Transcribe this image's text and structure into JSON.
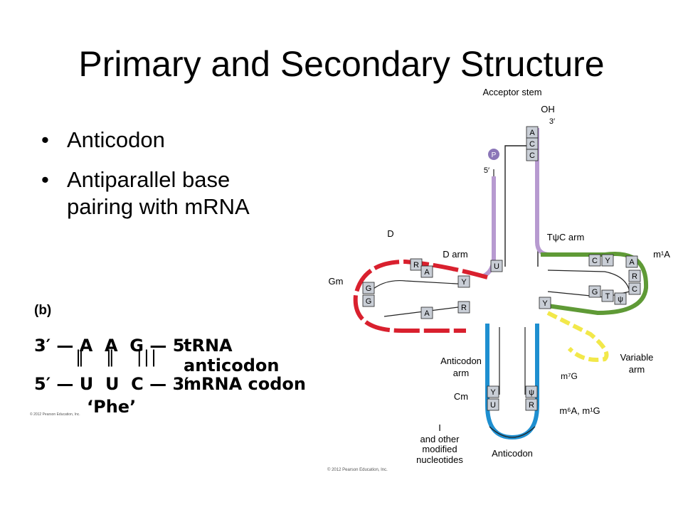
{
  "slide": {
    "title": "Primary and Secondary Structure",
    "bullets": [
      "Anticodon",
      "Antiparallel base pairing with mRNA"
    ]
  },
  "panel_b": {
    "tag": "(b)",
    "trna_seq": "3′ — A  A  G — 5′",
    "trna_label": "tRNA anticodon",
    "bonds": "‖   ‖   |||",
    "mrna_seq": "5′ — U  U  C — 3′",
    "mrna_label": "mRNA codon",
    "amino_acid": "‘Phe’",
    "copyright": "© 2012 Pearson Education, Inc."
  },
  "trna_diagram": {
    "labels": {
      "acceptor_stem": "Acceptor stem",
      "oh": "OH",
      "three_prime": "3′",
      "five_prime": "5′",
      "phosphate": "P",
      "d": "D",
      "d_arm": "D arm",
      "gm": "Gm",
      "tpsic_arm": "TψC arm",
      "m1a": "m¹A",
      "variable_arm_1": "Variable",
      "variable_arm_2": "arm",
      "m7g": "m⁷G",
      "anticodon_arm_1": "Anticodon",
      "anticodon_arm_2": "arm",
      "cm": "Cm",
      "m6a_m1g": "m⁶A, m¹G",
      "inosine": "I",
      "other_1": "and other",
      "other_2": "modified",
      "other_3": "nucleotides",
      "anticodon": "Anticodon",
      "copyright": "© 2012 Pearson Education, Inc."
    },
    "acceptor_bases": [
      "A",
      "C",
      "C"
    ],
    "d_loop_bases": [
      "R",
      "A",
      "Y",
      "U"
    ],
    "d_loop_bottom": [
      "A",
      "R"
    ],
    "gm_bases": [
      "G",
      "G"
    ],
    "t_loop_top": [
      "C",
      "Y",
      "A"
    ],
    "t_loop_side": [
      "R",
      "C"
    ],
    "t_loop_bottom": [
      "G",
      "T",
      "ψ"
    ],
    "t_loop_y": "Y",
    "anticodon_left": [
      "Y",
      "U"
    ],
    "anticodon_right": [
      "ψ",
      "R"
    ],
    "colors": {
      "acceptor": "#b79ad0",
      "d_arm": "#d9202e",
      "t_arm": "#5f9a36",
      "variable": "#f2e84a",
      "anticodon": "#1e8fd0",
      "phosphate": "#8b76b8",
      "base_fill": "#c9ced6"
    }
  }
}
